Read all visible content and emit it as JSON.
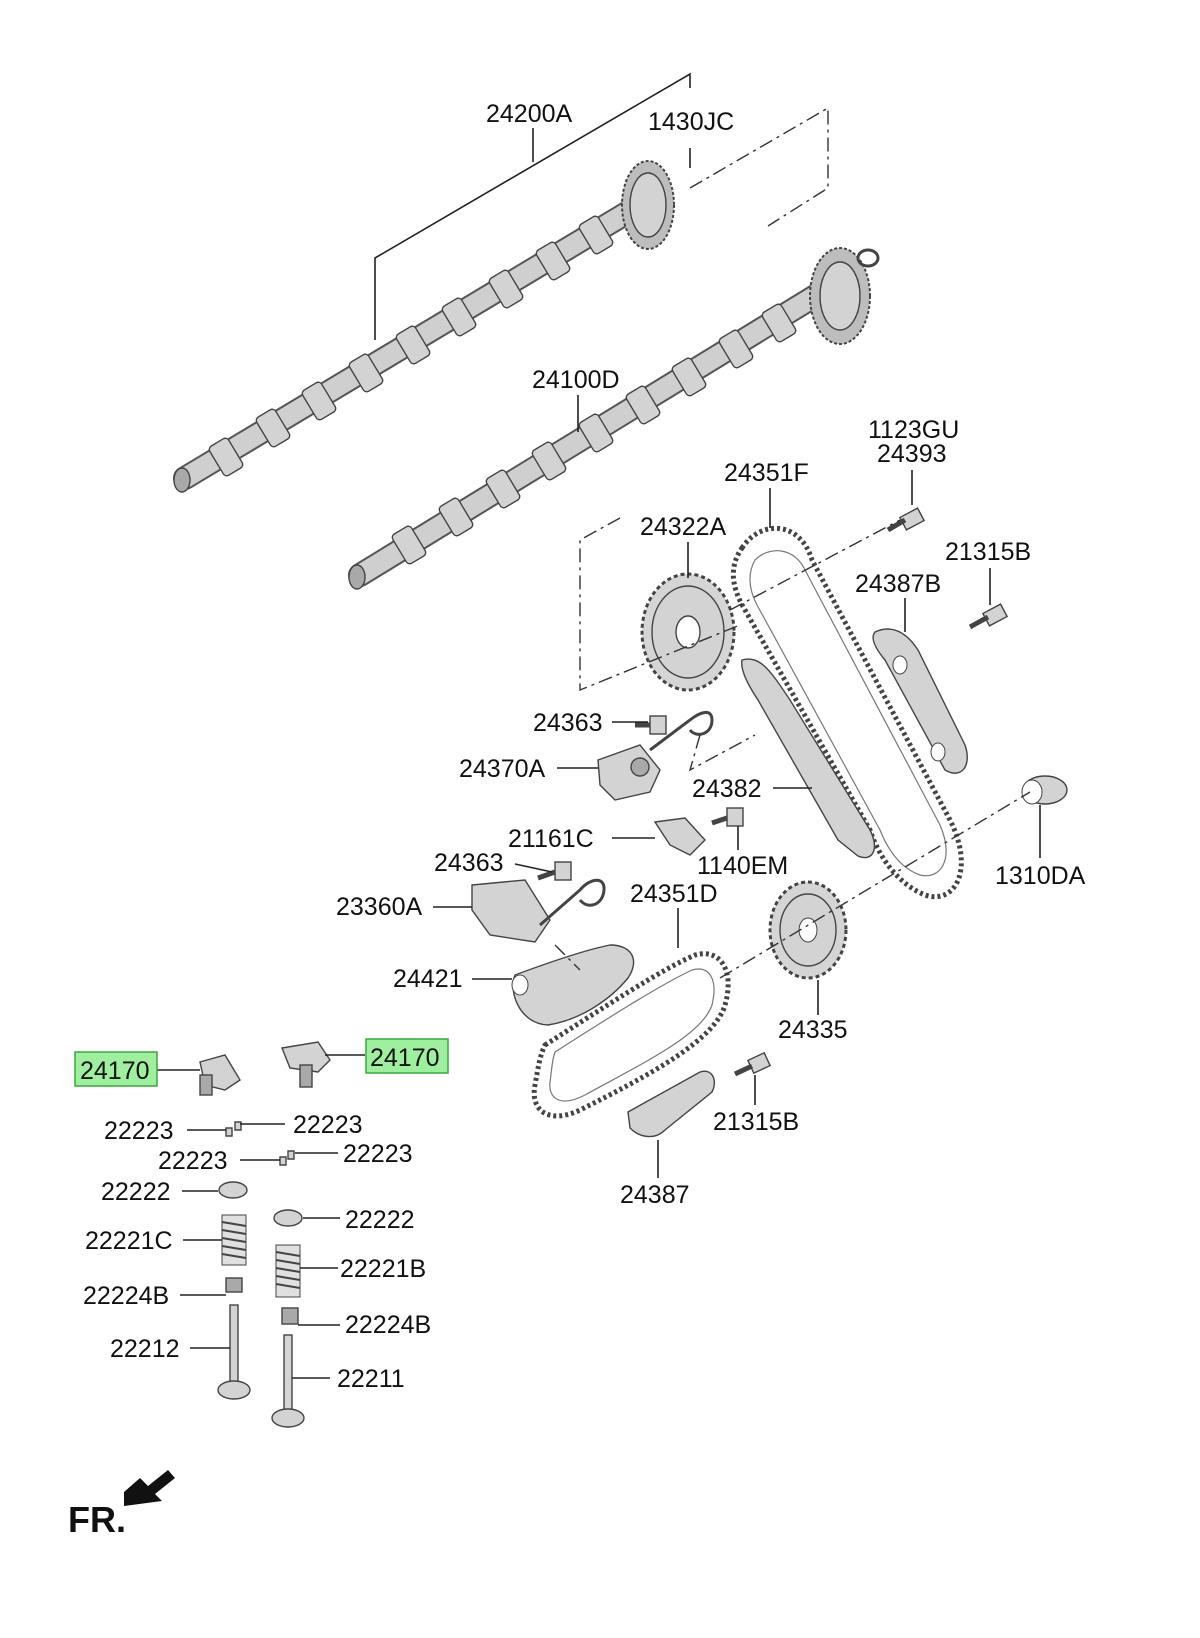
{
  "labels": {
    "l_24200A": "24200A",
    "l_1430JC": "1430JC",
    "l_24100D": "24100D",
    "l_1123GU": "1123GU",
    "l_24393": "24393",
    "l_24351F": "24351F",
    "l_24322A": "24322A",
    "l_21315B_top": "21315B",
    "l_24387B": "24387B",
    "l_24363_a": "24363",
    "l_24370A": "24370A",
    "l_24382": "24382",
    "l_21161C": "21161C",
    "l_1140EM": "1140EM",
    "l_1310DA": "1310DA",
    "l_24363_b": "24363",
    "l_24351D": "24351D",
    "l_23360A": "23360A",
    "l_24421": "24421",
    "l_24335": "24335",
    "l_24170_left": "24170",
    "l_24170_right": "24170",
    "l_21315B_bottom": "21315B",
    "l_24387": "24387",
    "l_22223_a": "22223",
    "l_22223_b": "22223",
    "l_22223_c": "22223",
    "l_22223_d": "22223",
    "l_22222_left": "22222",
    "l_22222_right": "22222",
    "l_22221C": "22221C",
    "l_22221B": "22221B",
    "l_22224B_left": "22224B",
    "l_22224B_right": "22224B",
    "l_22212": "22212",
    "l_22211": "22211"
  },
  "direction_label": "FR.",
  "highlight_color": "#9ef09e"
}
